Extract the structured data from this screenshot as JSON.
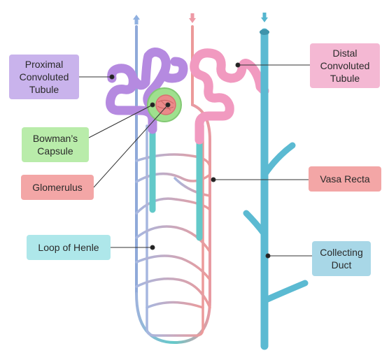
{
  "labels": {
    "proximal_convoluted_tubule": "Proximal\nConvoluted\nTubule",
    "distal_convoluted_tubule": "Distal\nConvoluted\nTubule",
    "bowmans_capsule": "Bowman’s\nCapsule",
    "glomerulus": "Glomerulus",
    "vasa_recta": "Vasa Recta",
    "loop_of_henle": "Loop of Henle",
    "collecting_duct": "Collecting\nDuct"
  },
  "colors": {
    "proximal_tubule": "#b58ae0",
    "proximal_label_bg": "#c9b3ec",
    "distal_tubule": "#f19ac0",
    "distal_label_bg": "#f4b8d3",
    "capsule": "#9fe08e",
    "capsule_label_bg": "#b9ecaa",
    "glomerulus": "#ea8a8a",
    "glomerulus_label_bg": "#f3a6a6",
    "vasa_recta_label_bg": "#f3a6a6",
    "loop_of_henle": "#63c9c9",
    "loop_label_bg": "#aee7ea",
    "collecting_duct": "#5bbad2",
    "collecting_label_bg": "#a8d7e7",
    "vessel_blue": "#8fa9d9",
    "vessel_red": "#ec9a9a",
    "arrow_up": "#8fb0e0",
    "arrow_down_red": "#ee9aa6",
    "arrow_down_blue": "#55b6cf"
  },
  "flow_arrows": [
    "up-arrow-icon",
    "down-arrow-icon",
    "down-arrow-icon"
  ]
}
